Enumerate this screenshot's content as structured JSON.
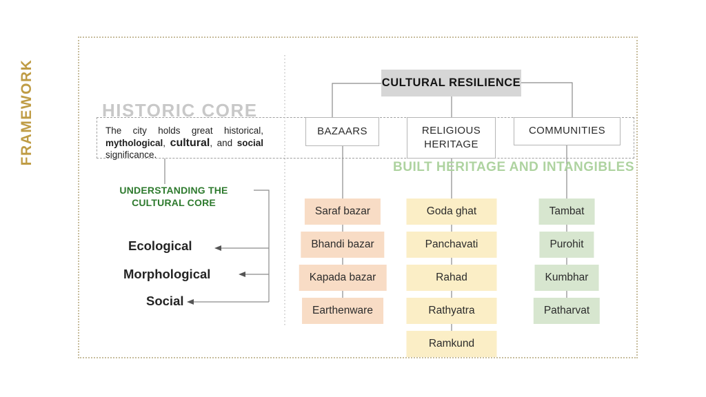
{
  "sidebar": {
    "framework_label": "FRAMEWORK"
  },
  "historic_core": {
    "title": "HISTORIC CORE",
    "description_lines": [
      {
        "justify": true,
        "parts": [
          {
            "t": "The city holds great historical,",
            "s": "n"
          }
        ]
      },
      {
        "justify": true,
        "parts": [
          {
            "t": "mythological",
            "s": "b"
          },
          {
            "t": ", ",
            "s": "n"
          },
          {
            "t": "cultural",
            "s": "bl"
          },
          {
            "t": ", and ",
            "s": "n"
          },
          {
            "t": "social",
            "s": "b"
          }
        ]
      },
      {
        "justify": false,
        "parts": [
          {
            "t": "significance.",
            "s": "n"
          }
        ]
      }
    ]
  },
  "understanding": {
    "title": "UNDERSTANDING THE CULTURAL CORE",
    "aspects": [
      "Ecological",
      "Morphological",
      "Social"
    ]
  },
  "resilience": {
    "root": "CULTURAL RESILIENCE",
    "subtitle": "BUILT HERITAGE AND INTANGIBLES",
    "columns": [
      {
        "header": "BAZAARS",
        "color": "#f8dcc5",
        "items": [
          "Saraf bazar",
          "Bhandi bazar",
          "Kapada bazar",
          "Earthenware"
        ]
      },
      {
        "header": "RELIGIOUS HERITAGE",
        "color": "#fbeec6",
        "items": [
          "Goda ghat",
          "Panchavati",
          "Rahad",
          "Rathyatra",
          "Ramkund"
        ]
      },
      {
        "header": "COMMUNITIES",
        "color": "#d7e6cf",
        "items": [
          "Tambat",
          "Purohit",
          "Kumbhar",
          "Patharvat"
        ]
      }
    ]
  },
  "colors": {
    "framework_gold": "#bf9c45",
    "historic_gray": "#c8c8c8",
    "green_dark": "#2e7a2e",
    "green_light": "#aed3a0",
    "root_gray": "#d6d6d6",
    "frame_tan": "#c7bc9c",
    "connector_gray": "#8a8a8a"
  }
}
